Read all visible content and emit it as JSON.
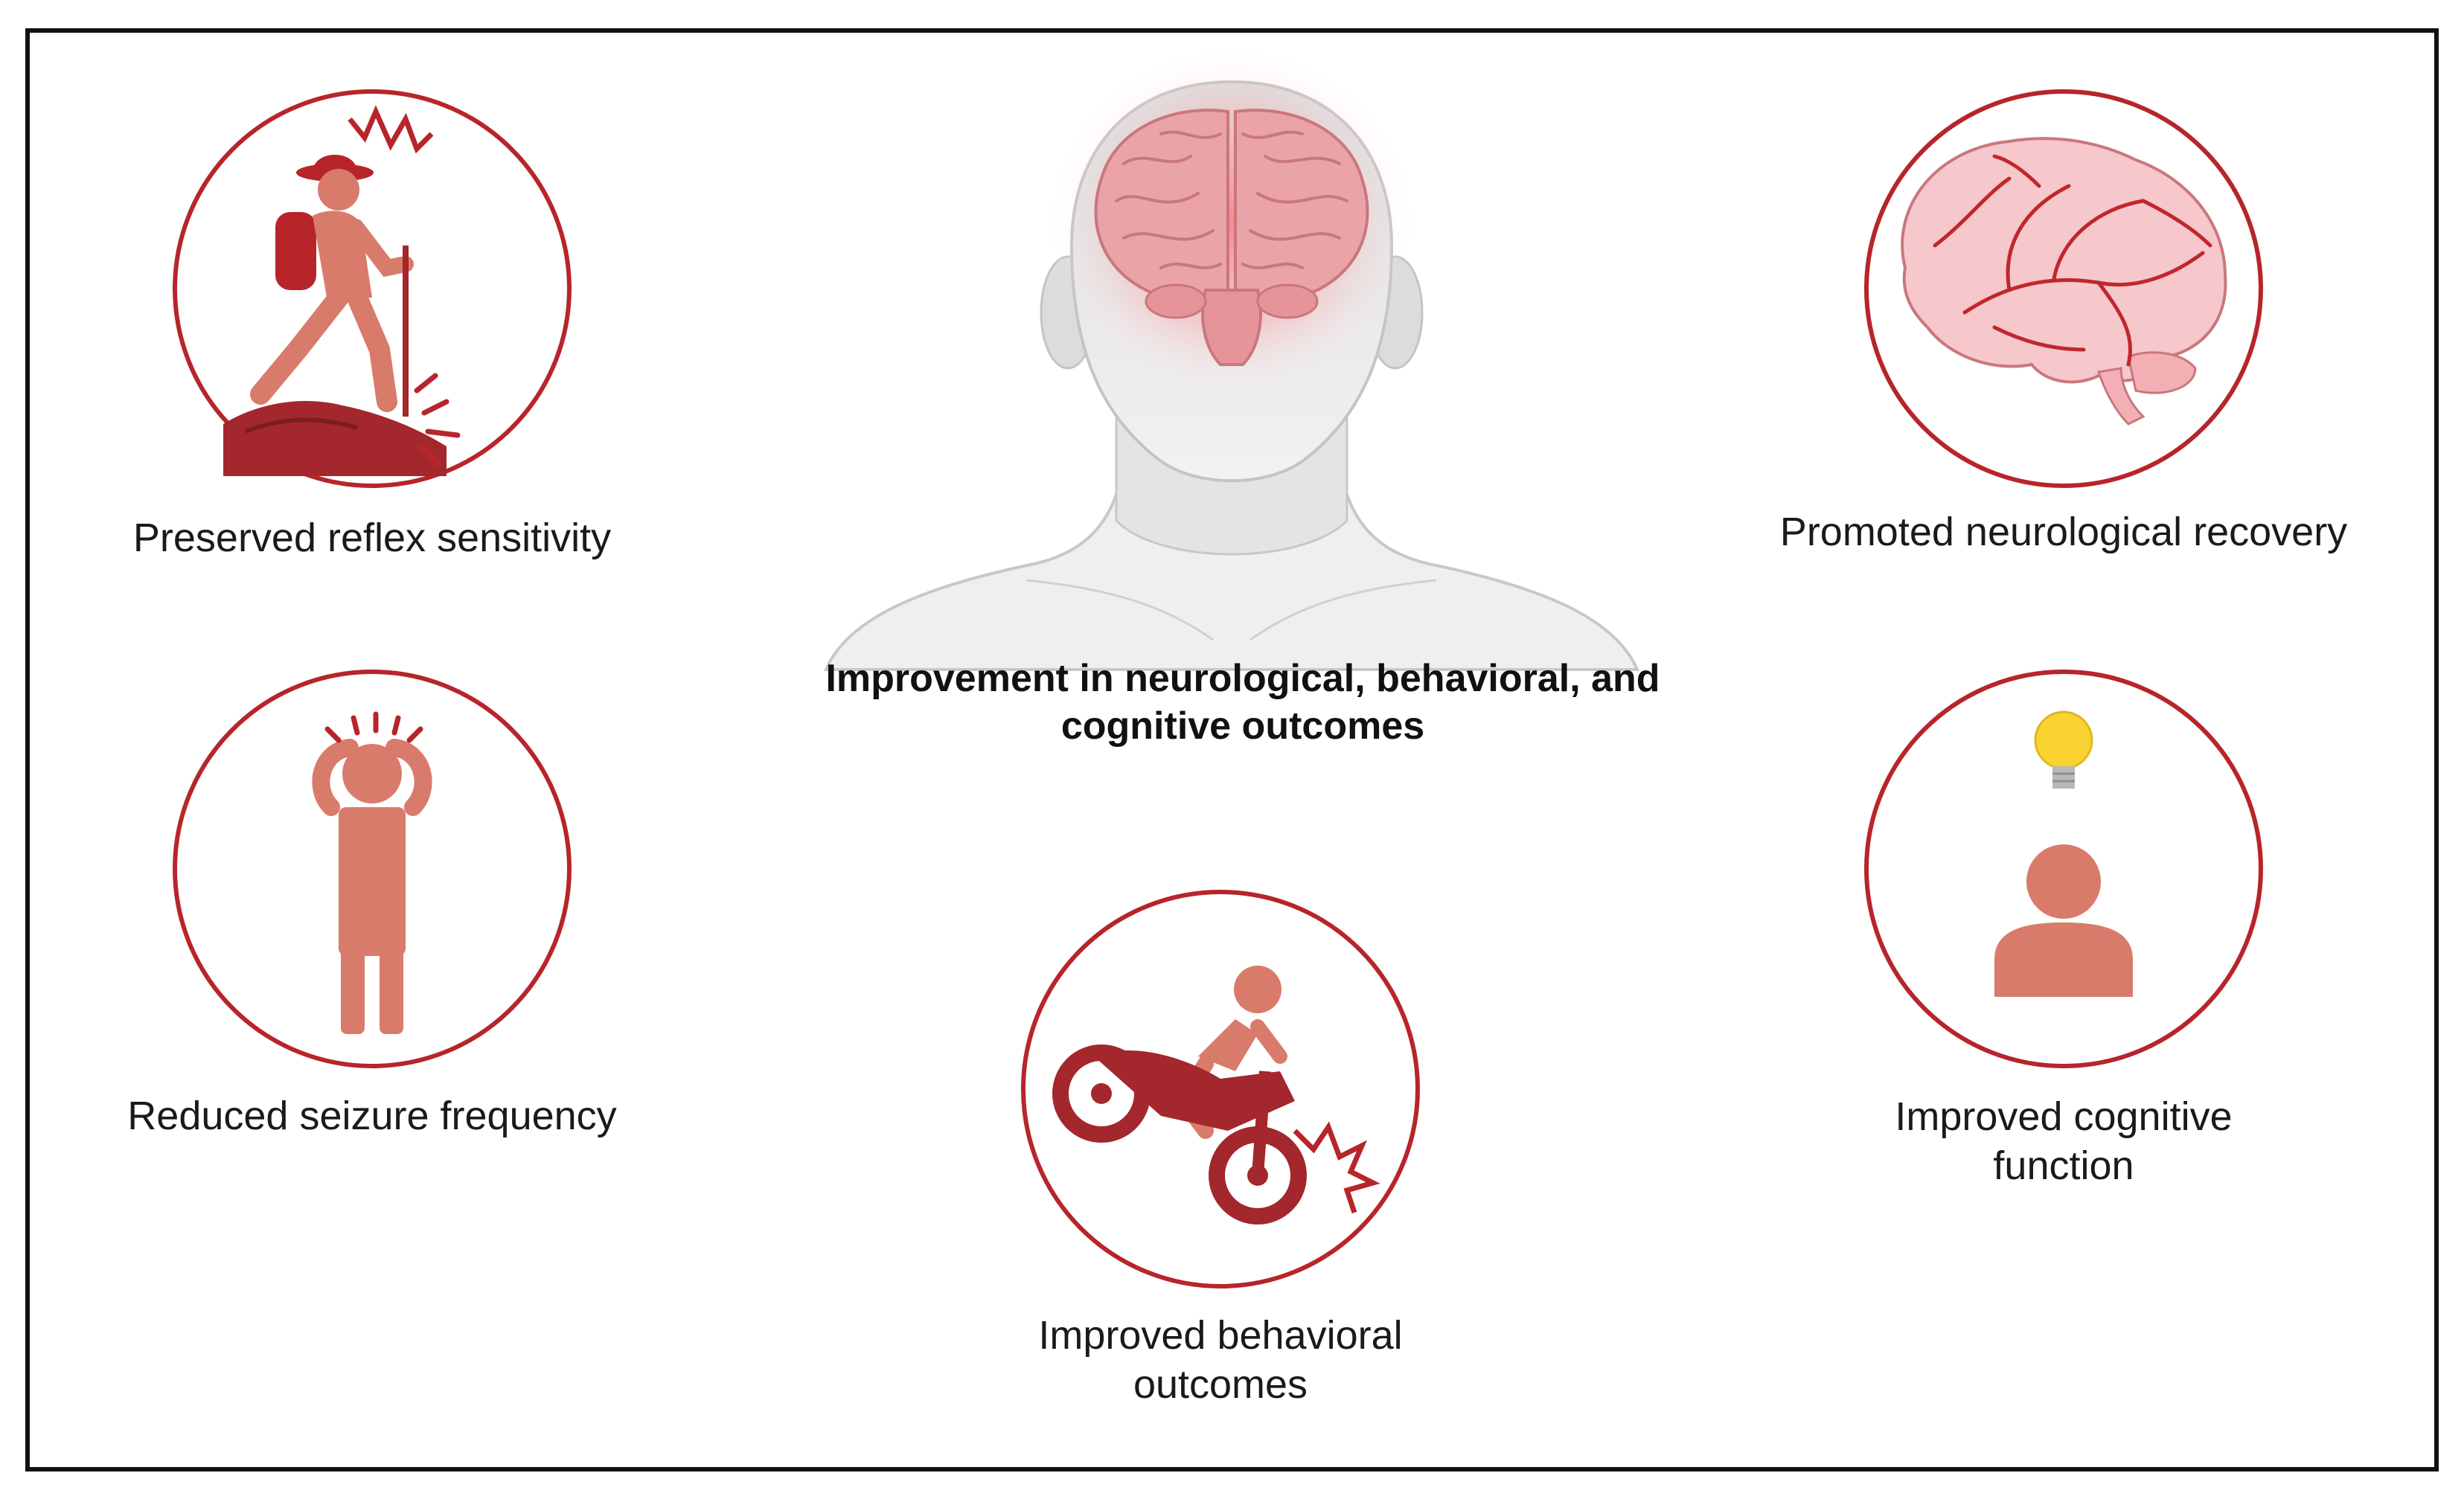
{
  "title": "Improvement in neurological, behavioral, and cognitive outcomes",
  "outcomes": [
    {
      "label": "Preserved reflex sensitivity",
      "icon": "hiker-reflex-icon"
    },
    {
      "label": "Reduced seizure frequency",
      "icon": "person-seizure-icon"
    },
    {
      "label": "Improved behavioral outcomes",
      "icon": "motorcycle-rider-icon"
    },
    {
      "label": "Promoted neurological recovery",
      "icon": "brain-vessels-icon"
    },
    {
      "label": "Improved cognitive function",
      "icon": "person-lightbulb-icon"
    }
  ],
  "colors": {
    "ring": "#b7252a",
    "figure": "#d97b6b",
    "dark_red": "#a3272c",
    "brain_pink": "#f2b8bc",
    "head_gray": "#e6e6e6",
    "bulb_yellow": "#f8d332"
  }
}
